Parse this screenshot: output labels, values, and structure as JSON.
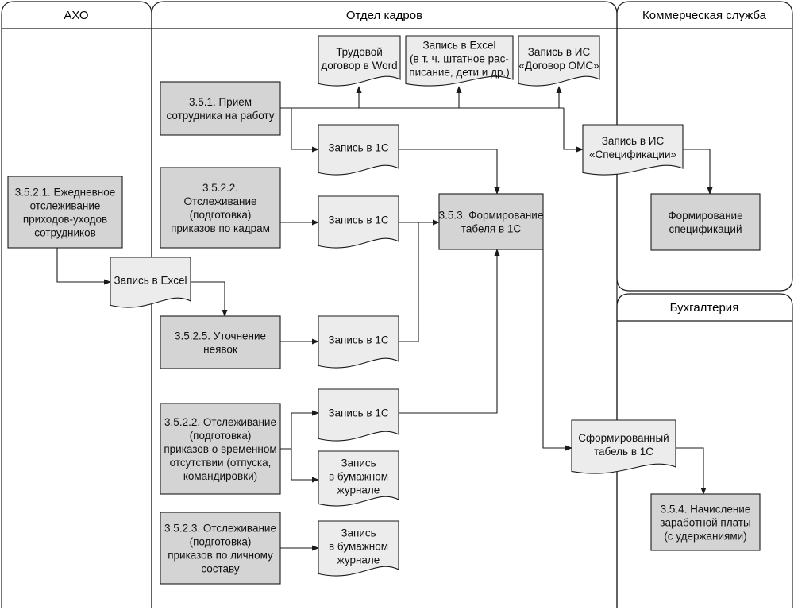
{
  "lanes": [
    {
      "id": "axo",
      "title": "АХО"
    },
    {
      "id": "hr",
      "title": "Отдел кадров"
    },
    {
      "id": "commercial",
      "title": "Коммерческая служба"
    },
    {
      "id": "accounting",
      "title": "Бухгалтерия"
    }
  ],
  "processes": [
    {
      "id": "p3521",
      "lines": [
        "3.5.2.1. Ежедневное",
        "отслеживание",
        "приходов-уходов",
        "сотрудников"
      ]
    },
    {
      "id": "p351",
      "lines": [
        "3.5.1. Прием",
        "сотрудника на работу"
      ]
    },
    {
      "id": "p3522a",
      "lines": [
        "3.5.2.2.",
        "Отслеживание",
        "(подготовка)",
        "приказов по кадрам"
      ]
    },
    {
      "id": "p3525",
      "lines": [
        "3.5.2.5. Уточнение",
        "неявок"
      ]
    },
    {
      "id": "p3522b",
      "lines": [
        "3.5.2.2. Отслеживание",
        "(подготовка)",
        "приказов о временном",
        "отсутствии (отпуска,",
        "командировки)"
      ]
    },
    {
      "id": "p3523",
      "lines": [
        "3.5.2.3. Отслеживание",
        "(подготовка)",
        "приказов по личному",
        "составу"
      ]
    },
    {
      "id": "p353",
      "lines": [
        "3.5.3. Формирование",
        "табеля в 1С"
      ]
    },
    {
      "id": "pspec",
      "lines": [
        "Формирование",
        "спецификаций"
      ]
    },
    {
      "id": "p354",
      "lines": [
        "3.5.4. Начисление",
        "заработной платы",
        "(с удержаниями)"
      ]
    }
  ],
  "documents": [
    {
      "id": "dword",
      "lines": [
        "Трудовой",
        "договор в Word"
      ]
    },
    {
      "id": "dexcel1",
      "lines": [
        "Запись в Excel",
        "(в т. ч. штатное рас-",
        "писание, дети и др.)"
      ]
    },
    {
      "id": "doms",
      "lines": [
        "Запись в ИС",
        "«Договор ОМС»"
      ]
    },
    {
      "id": "d1c1",
      "lines": [
        "Запись в 1С"
      ]
    },
    {
      "id": "dspec",
      "lines": [
        "Запись в ИС",
        "«Спецификации»"
      ]
    },
    {
      "id": "d1c2",
      "lines": [
        "Запись в 1С"
      ]
    },
    {
      "id": "dexcel2",
      "lines": [
        "Запись в Excel"
      ]
    },
    {
      "id": "d1c3",
      "lines": [
        "Запись в 1С"
      ]
    },
    {
      "id": "d1c4",
      "lines": [
        "Запись в 1С"
      ]
    },
    {
      "id": "djournal1",
      "lines": [
        "Запись",
        "в бумажном",
        "журнале"
      ]
    },
    {
      "id": "djournal2",
      "lines": [
        "Запись",
        "в бумажном",
        "журнале"
      ]
    },
    {
      "id": "dtabel",
      "lines": [
        "Сформированный",
        "табель в 1С"
      ]
    }
  ],
  "colors": {
    "process_fill": "#d4d4d4",
    "document_fill": "#ececec",
    "stroke": "#1a1a1a"
  }
}
